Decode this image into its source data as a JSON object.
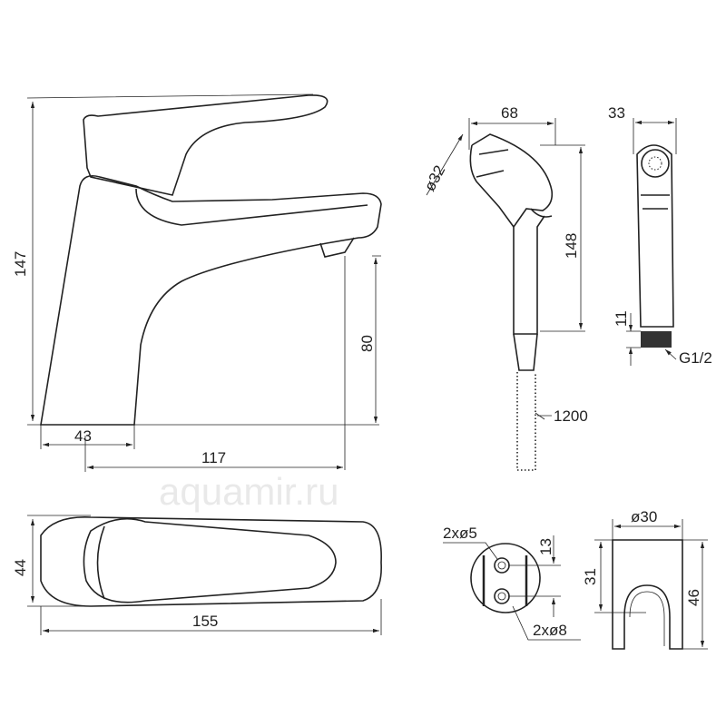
{
  "watermark": "aquamir.ru",
  "faucet_side": {
    "height": "147",
    "base": "43",
    "reach": "117",
    "spout_height": "80"
  },
  "hand_shower_side": {
    "diameter": "ø32",
    "width": "68",
    "length": "148",
    "hose": "1200"
  },
  "hand_shower_front": {
    "width": "33",
    "thread_len": "11",
    "thread": "G1/2"
  },
  "faucet_top": {
    "width": "44",
    "length": "155"
  },
  "holder_mount": {
    "small_holes": "2xø5",
    "large_holes": "2xø8",
    "spacing": "13"
  },
  "holder_front": {
    "diameter": "ø30",
    "hook_height": "31",
    "height": "46"
  }
}
